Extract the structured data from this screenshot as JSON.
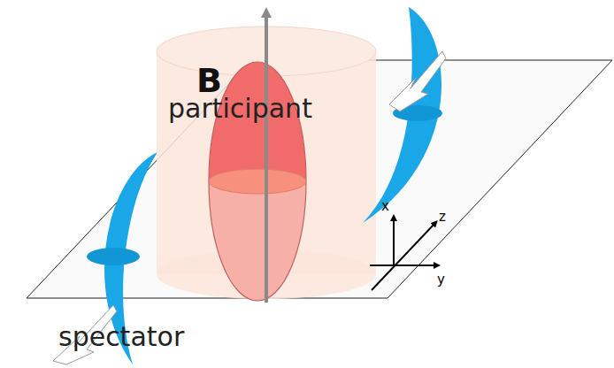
{
  "diagram": {
    "labels": [
      "B",
      "participant",
      "spectator",
      "x",
      "y",
      "z"
    ]
  }
}
